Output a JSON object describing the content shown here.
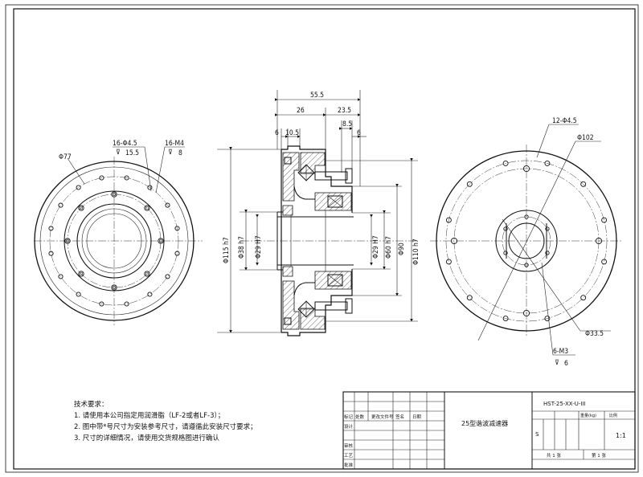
{
  "drawing": {
    "left_view": {
      "dia_outer": "Φ77",
      "holes_label": "16-Φ4.5",
      "holes_depth": "15.5",
      "thread_label": "16-M4",
      "thread_depth": "8"
    },
    "section": {
      "top_dims": [
        "55.5",
        "26",
        "23.5",
        "6",
        "10.5",
        "8.5",
        "6"
      ],
      "vertical_dims": [
        "Φ115 h7",
        "Φ38 h7",
        "Φ29 H7",
        "Φ29 H7",
        "Φ60 h7",
        "Φ90",
        "Φ110 h7"
      ]
    },
    "right_view": {
      "holes_label": "12-Φ4.5",
      "pcd": "Φ102",
      "inner_dia": "Φ33.5",
      "thread_label": "6-M3",
      "thread_depth": "6"
    }
  },
  "notes": {
    "title": "技术要求：",
    "lines": [
      "1. 请使用本公司指定用润滑脂（LF-2或者LF-3）；",
      "2. 图中带*号尺寸为安装参考尺寸，请遵循此安装尺寸要求；",
      "3. 尺寸的详细情况，请使用交货规格图进行确认"
    ]
  },
  "title_block": {
    "drawing_no": "HST-25-XX-U-III",
    "name": "25型谐波减速器",
    "scale": "1:1",
    "material": "S",
    "col_headers": [
      "标记",
      "处数",
      "更改文件号",
      "签名",
      "日期"
    ],
    "row_labels": [
      "设计",
      "审核",
      "工艺",
      "批准"
    ],
    "weight_header": "重量(kg)",
    "scale_header": "比例",
    "sheets_total": "共 1 张",
    "sheet_no": "第 1 张"
  }
}
